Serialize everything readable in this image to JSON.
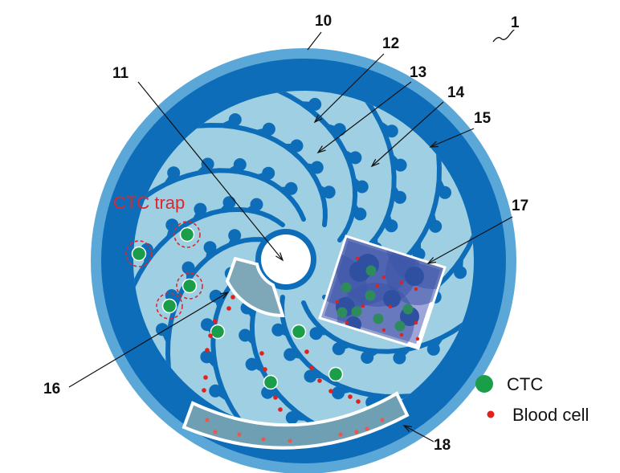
{
  "labels": {
    "device": "1",
    "outer_ring": "10",
    "inlet": "11",
    "channel": "12",
    "wall": "13",
    "trap": "14",
    "outer_channel": "15",
    "ctc_outlet": "16",
    "inset": "17",
    "blood_outlet": "18"
  },
  "trap_label": "CTC trap",
  "legend": {
    "ctc": "CTC",
    "blood_cell": "Blood cell"
  },
  "colors": {
    "outer_ring": "#5aa7d8",
    "dark_blue": "#0d6db9",
    "light_blue": "#9ecfe2",
    "ctc_green": "#1a9e4a",
    "blood_red": "#e3201b",
    "trap_dash": "#e0262a",
    "outlet_fill": "#6e9fb3"
  }
}
